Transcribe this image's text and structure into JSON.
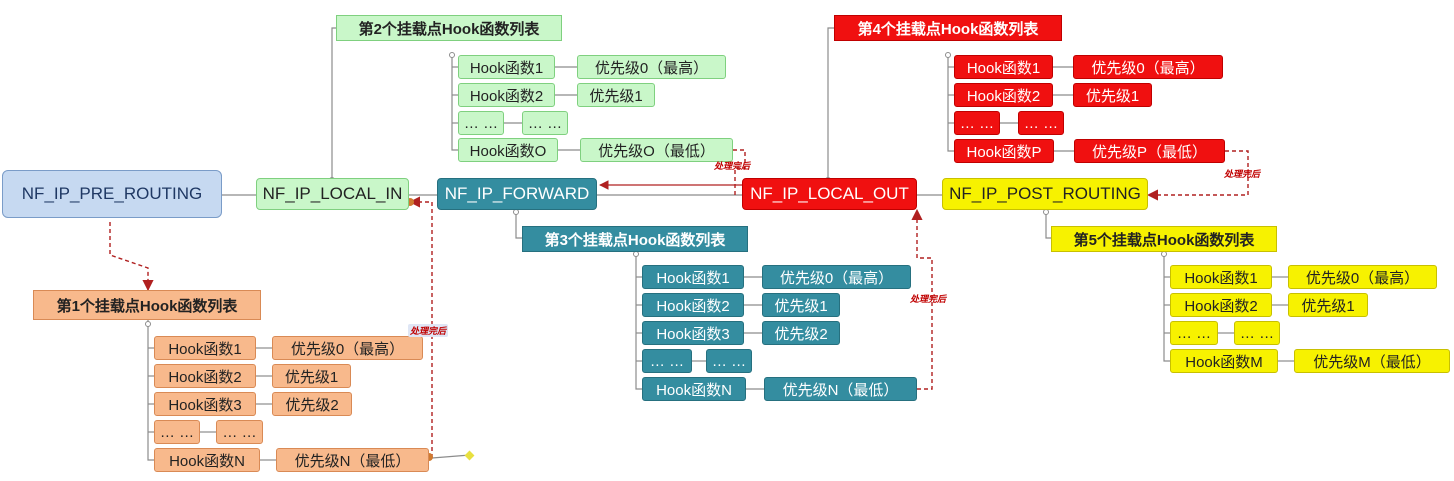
{
  "main_nodes": {
    "pre_routing": "NF_IP_PRE_ROUTING",
    "local_in": "NF_IP_LOCAL_IN",
    "forward": "NF_IP_FORWARD",
    "local_out": "NF_IP_LOCAL_OUT",
    "post_routing": "NF_IP_POST_ROUTING"
  },
  "titles": {
    "list1": "第1个挂载点Hook函数列表",
    "list2": "第2个挂载点Hook函数列表",
    "list3": "第3个挂载点Hook函数列表",
    "list4": "第4个挂载点Hook函数列表",
    "list5": "第5个挂载点Hook函数列表"
  },
  "list1": {
    "rows": [
      {
        "hook": "Hook函数1",
        "priority": "优先级0（最高）"
      },
      {
        "hook": "Hook函数2",
        "priority": "优先级1"
      },
      {
        "hook": "Hook函数3",
        "priority": "优先级2"
      },
      {
        "hook": "… …",
        "priority": "… …"
      },
      {
        "hook": "Hook函数N",
        "priority": "优先级N（最低）"
      }
    ]
  },
  "list2": {
    "rows": [
      {
        "hook": "Hook函数1",
        "priority": "优先级0（最高）"
      },
      {
        "hook": "Hook函数2",
        "priority": "优先级1"
      },
      {
        "hook": "… …",
        "priority": "… …"
      },
      {
        "hook": "Hook函数O",
        "priority": "优先级O（最低）"
      }
    ]
  },
  "list3": {
    "rows": [
      {
        "hook": "Hook函数1",
        "priority": "优先级0（最高）"
      },
      {
        "hook": "Hook函数2",
        "priority": "优先级1"
      },
      {
        "hook": "Hook函数3",
        "priority": "优先级2"
      },
      {
        "hook": "… …",
        "priority": "… …"
      },
      {
        "hook": "Hook函数N",
        "priority": "优先级N（最低）"
      }
    ]
  },
  "list4": {
    "rows": [
      {
        "hook": "Hook函数1",
        "priority": "优先级0（最高）"
      },
      {
        "hook": "Hook函数2",
        "priority": "优先级1"
      },
      {
        "hook": "… …",
        "priority": "… …"
      },
      {
        "hook": "Hook函数P",
        "priority": "优先级P（最低）"
      }
    ]
  },
  "list5": {
    "rows": [
      {
        "hook": "Hook函数1",
        "priority": "优先级0（最高）"
      },
      {
        "hook": "Hook函数2",
        "priority": "优先级1"
      },
      {
        "hook": "… …",
        "priority": "… …"
      },
      {
        "hook": "Hook函数M",
        "priority": "优先级M（最低）"
      }
    ]
  },
  "notes": {
    "done1": "处理完后",
    "done2": "处理完后",
    "done3": "处理完后",
    "done4": "处理完后"
  },
  "colors": {
    "green": "#c9f7c9",
    "teal": "#348da0",
    "red": "#f01010",
    "yellow": "#f7f200",
    "orange": "#f8b98c",
    "blue": "#c6d9f1",
    "arrow": "#b02020"
  }
}
